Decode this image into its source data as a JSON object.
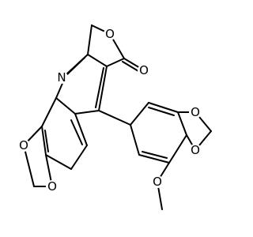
{
  "structure": {
    "atoms": {
      "o_lactone_ring": "O",
      "o_carbonyl": "O",
      "n_quinoline": "N",
      "o_dioxole_left_top": "O",
      "o_dioxole_left_bottom": "O",
      "o_dioxole_right_top": "O",
      "o_dioxole_right_bottom": "O",
      "o_methoxy": "O"
    }
  }
}
